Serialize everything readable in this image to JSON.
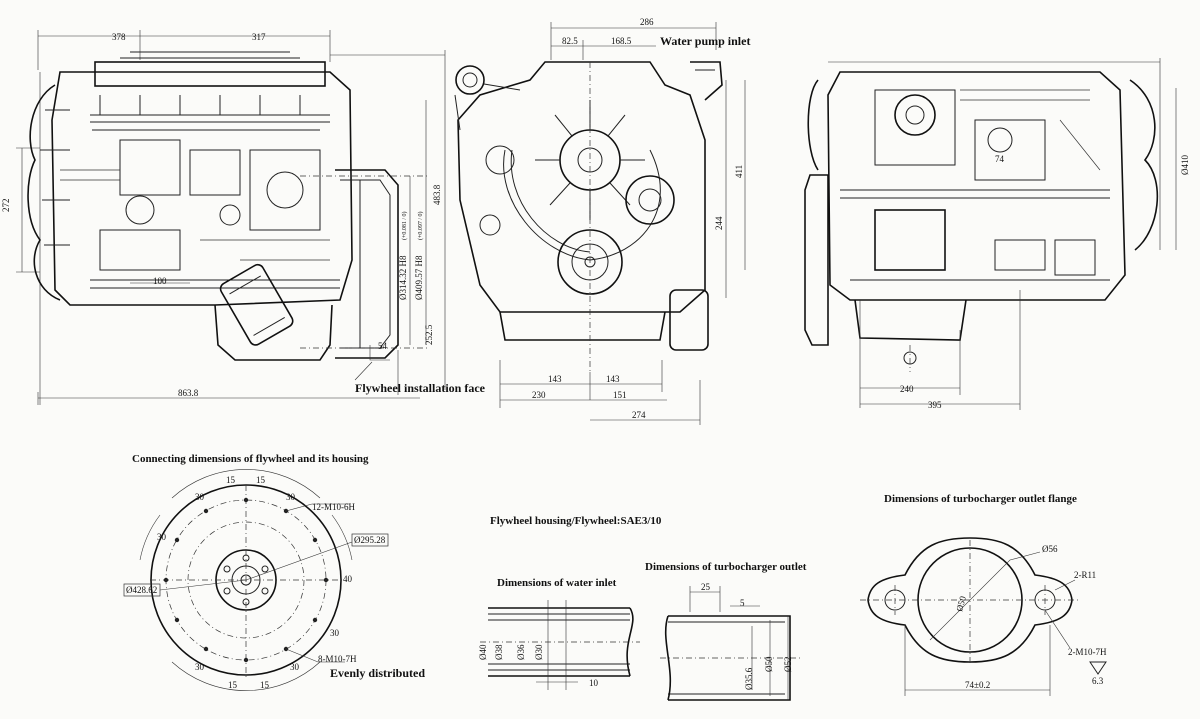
{
  "views": {
    "left": {
      "dim_top_1": "378",
      "dim_top_2": "317",
      "dim_left": "272",
      "dim_right_1": "483.8",
      "dim_right_2": "252.5",
      "dim_bottom": "863.8",
      "dim_100": "100",
      "dim_54": "54",
      "bore_1": "Ø314.32 H8",
      "bore_1_tol": "(+0.081 / 0)",
      "bore_2": "Ø409.57 H8",
      "bore_2_tol": "(+0.097 / 0)",
      "flywheel_face_label": "Flywheel installation face"
    },
    "middle": {
      "dim_286": "286",
      "dim_82_5": "82.5",
      "dim_168_5": "168.5",
      "water_pump_label": "Water pump inlet",
      "dim_411": "411",
      "dim_244": "244",
      "dim_143_a": "143",
      "dim_143_b": "143",
      "dim_230": "230",
      "dim_151": "151",
      "dim_274": "274"
    },
    "right": {
      "dim_74": "74",
      "dim_410": "Ø410",
      "dim_240": "240",
      "dim_395": "395"
    }
  },
  "details": {
    "flywheel": {
      "title": "Connecting dimensions of flywheel and its housing",
      "angle_15": "15",
      "angle_30": "30",
      "angle_40": "40",
      "bolt_pattern_1": "12-M10-6H",
      "dia_1": "Ø295.28",
      "dia_2": "Ø428.62",
      "bolt_pattern_2": "8-M10-7H",
      "evenly": "Evenly distributed"
    },
    "housing_spec": "Flywheel housing/Flywheel:SAE3/10",
    "water_inlet": {
      "title": "Dimensions of water inlet",
      "d40": "Ø40",
      "d38": "Ø38",
      "d36": "Ø36",
      "d30": "Ø30",
      "dim_10": "10"
    },
    "turbo_outlet": {
      "title": "Dimensions of turbocharger outlet",
      "dim_25": "25",
      "dim_5": "5",
      "d35_6": "Ø35.6",
      "d50": "Ø50",
      "d52": "Ø52"
    },
    "turbo_flange": {
      "title": "Dimensions of turbocharger outlet flange",
      "d56": "Ø56",
      "d50": "Ø50",
      "r11": "2-R11",
      "m10": "2-M10-7H",
      "rough": "6.3",
      "width": "74±0.2"
    }
  }
}
